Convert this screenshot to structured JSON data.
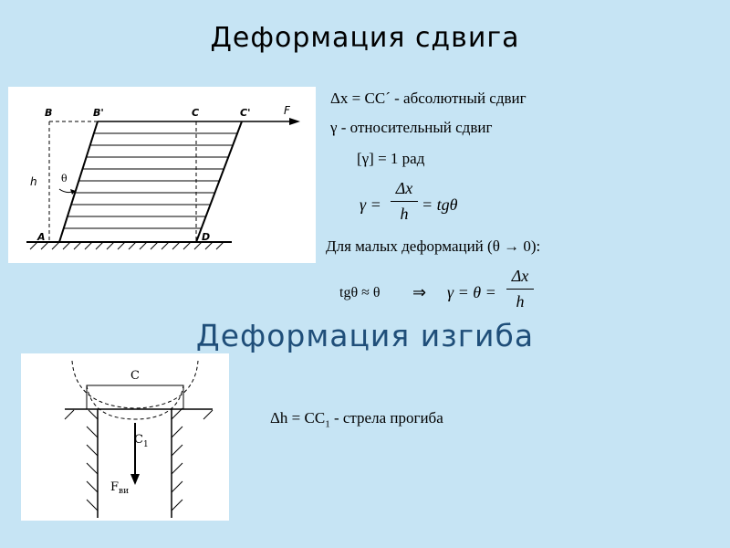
{
  "titles": {
    "shear": "Деформация сдвига",
    "bending": "Деформация изгиба"
  },
  "shear_text": {
    "abs_shear": "Δx = CC´ - абсолютный сдвиг",
    "rel_shear": "γ - относительный сдвиг",
    "unit": "[γ] = 1 рад",
    "small_def": "Для малых деформаций (θ → 0):",
    "tg_approx": "tgθ ≈ θ",
    "implies": "⇒"
  },
  "formula1": {
    "lhs": "γ =",
    "num": "Δx",
    "den": "h",
    "rhs": "= tgθ"
  },
  "formula2": {
    "lhs": "γ = θ =",
    "num": "Δx",
    "den": "h"
  },
  "shear_figure_labels": {
    "B": "B",
    "B_prime": "B'",
    "C": "C",
    "C_prime": "C'",
    "F": "F",
    "h": "h",
    "theta": "θ",
    "A": "A",
    "D": "D"
  },
  "bending_text": {
    "deflection_prefix": "Δh = CC",
    "deflection_sub": "1",
    "deflection_suffix": " - стрела прогиба"
  },
  "bending_figure_labels": {
    "C": "C",
    "C1": "C",
    "C1_sub": "1",
    "F": "F",
    "F_sub": "ви"
  }
}
